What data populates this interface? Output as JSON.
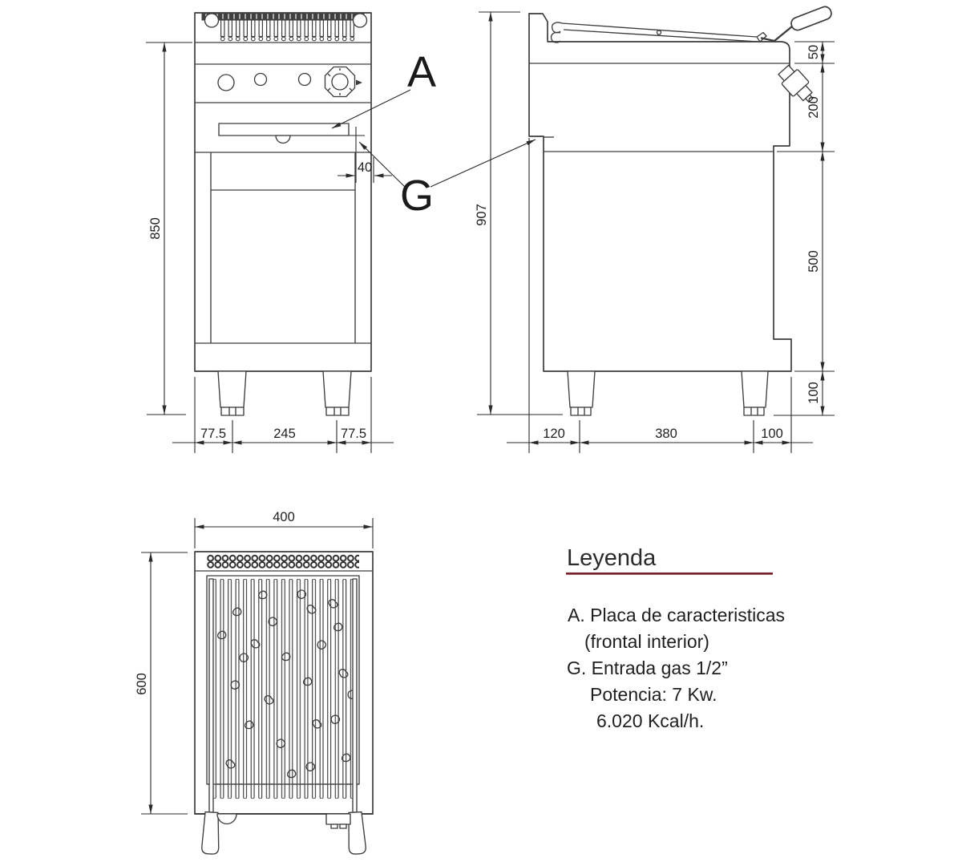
{
  "colors": {
    "background": "#ffffff",
    "line": "#3d3d3d",
    "dim_line": "#2a2a2a",
    "text": "#1f1f1f",
    "accent": "#7d1f2b"
  },
  "callouts": {
    "a": "A",
    "g": "G"
  },
  "views": {
    "front": {
      "name": "front-elevation",
      "dims": {
        "height": "850",
        "left_foot": "77.5",
        "feet_span": "245",
        "right_foot": "77.5",
        "gas_offset": "40"
      }
    },
    "side": {
      "name": "side-elevation",
      "dims": {
        "overall_height": "907",
        "top_lip": "50",
        "worktop_band": "200",
        "cabinet": "500",
        "leg_height": "100",
        "front_inset": "120",
        "leg_span": "380",
        "rear_inset": "100"
      }
    },
    "plan": {
      "name": "plan-view",
      "dims": {
        "width": "400",
        "depth": "600"
      }
    }
  },
  "legend": {
    "title": "Leyenda",
    "items": [
      {
        "text": "A. Placa de caracteristicas"
      },
      {
        "text": "(frontal interior)"
      },
      {
        "text": "G. Entrada gas 1/2”"
      },
      {
        "text": "Potencia: 7 Kw."
      },
      {
        "text": "6.020 Kcal/h."
      }
    ]
  }
}
